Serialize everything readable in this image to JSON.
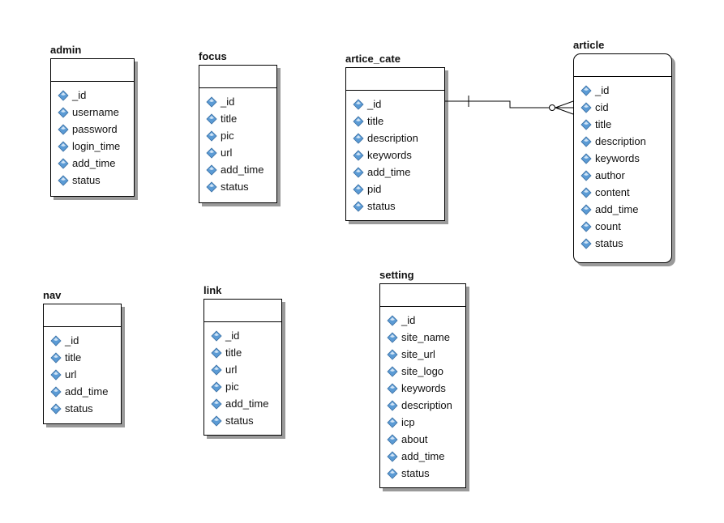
{
  "entities": [
    {
      "name": "admin",
      "fields": [
        "_id",
        "username",
        "password",
        "login_time",
        "add_time",
        "status"
      ]
    },
    {
      "name": "focus",
      "fields": [
        "_id",
        "title",
        "pic",
        "url",
        "add_time",
        "status"
      ]
    },
    {
      "name": "artice_cate",
      "fields": [
        "_id",
        "title",
        "description",
        "keywords",
        "add_time",
        "pid",
        "status"
      ]
    },
    {
      "name": "article",
      "fields": [
        "_id",
        "cid",
        "title",
        "description",
        "keywords",
        "author",
        "content",
        "add_time",
        "count",
        "status"
      ]
    },
    {
      "name": "nav",
      "fields": [
        "_id",
        "title",
        "url",
        "add_time",
        "status"
      ]
    },
    {
      "name": "link",
      "fields": [
        "_id",
        "title",
        "url",
        "pic",
        "add_time",
        "status"
      ]
    },
    {
      "name": "setting",
      "fields": [
        "_id",
        "site_name",
        "site_url",
        "site_logo",
        "keywords",
        "description",
        "icp",
        "about",
        "add_time",
        "status"
      ]
    }
  ],
  "relationships": [
    {
      "from": "artice_cate",
      "to": "article",
      "from_cardinality": "one",
      "to_cardinality": "zero-or-many"
    }
  ],
  "colors": {
    "attribute_icon": "#5b9bd5",
    "line": "#000000",
    "shadow": "#9a9a9a"
  },
  "icons": {
    "attribute": "diamond-key-icon"
  }
}
